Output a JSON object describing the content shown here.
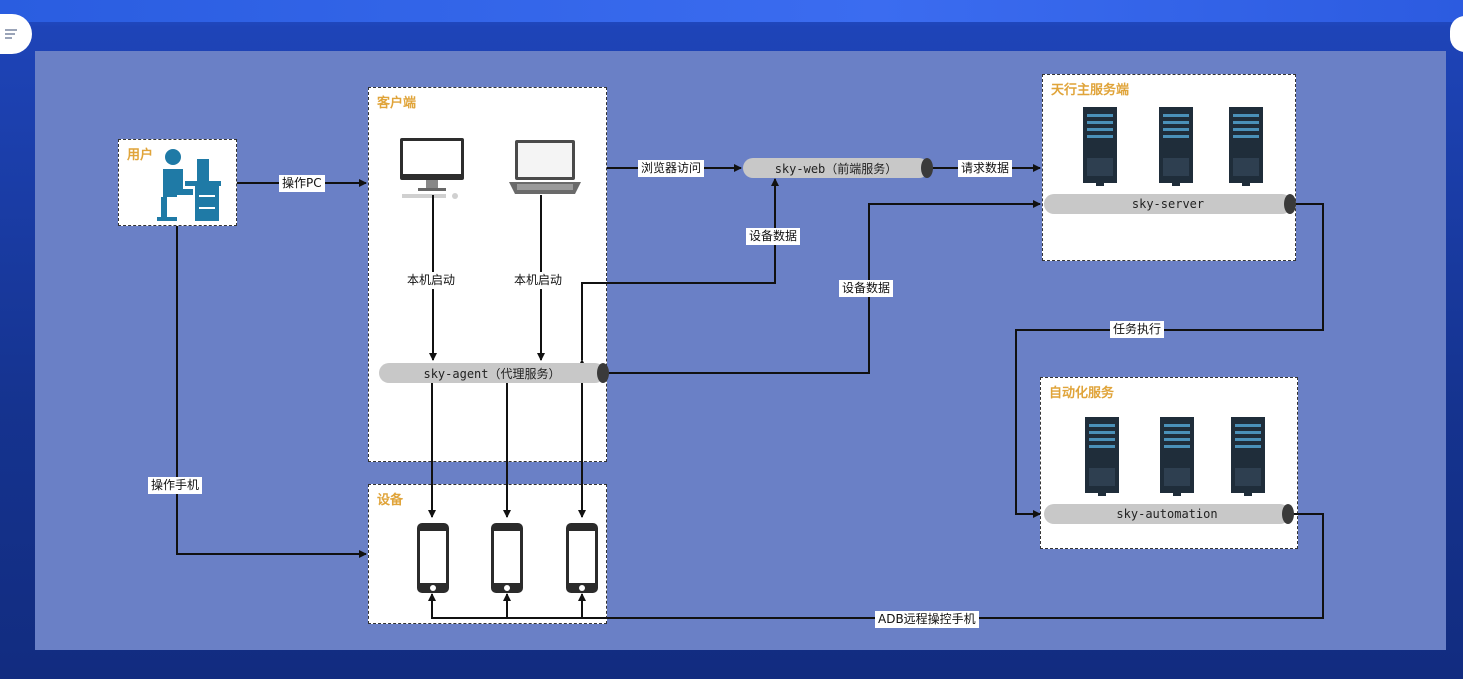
{
  "panels": {
    "user": "用户",
    "client": "客户端",
    "device": "设备",
    "main_server": "天行主服务端",
    "automation": "自动化服务"
  },
  "nodes": {
    "sky_web": "sky-web（前端服务）",
    "sky_agent": "sky-agent（代理服务）",
    "sky_server": "sky-server",
    "sky_automation": "sky-automation"
  },
  "edges": {
    "operate_pc": "操作PC",
    "browser_access": "浏览器访问",
    "request_data": "请求数据",
    "device_data_1": "设备数据",
    "device_data_2": "设备数据",
    "local_start_1": "本机启动",
    "local_start_2": "本机启动",
    "task_execute": "任务执行",
    "operate_phone": "操作手机",
    "adb_remote": "ADB远程操控手机"
  },
  "colors": {
    "background": "#15338f",
    "canvas": "#6a80c6",
    "title": "#e0a43a",
    "server_icon": "#1f2d3a",
    "user_icon": "#1f7aa6"
  }
}
